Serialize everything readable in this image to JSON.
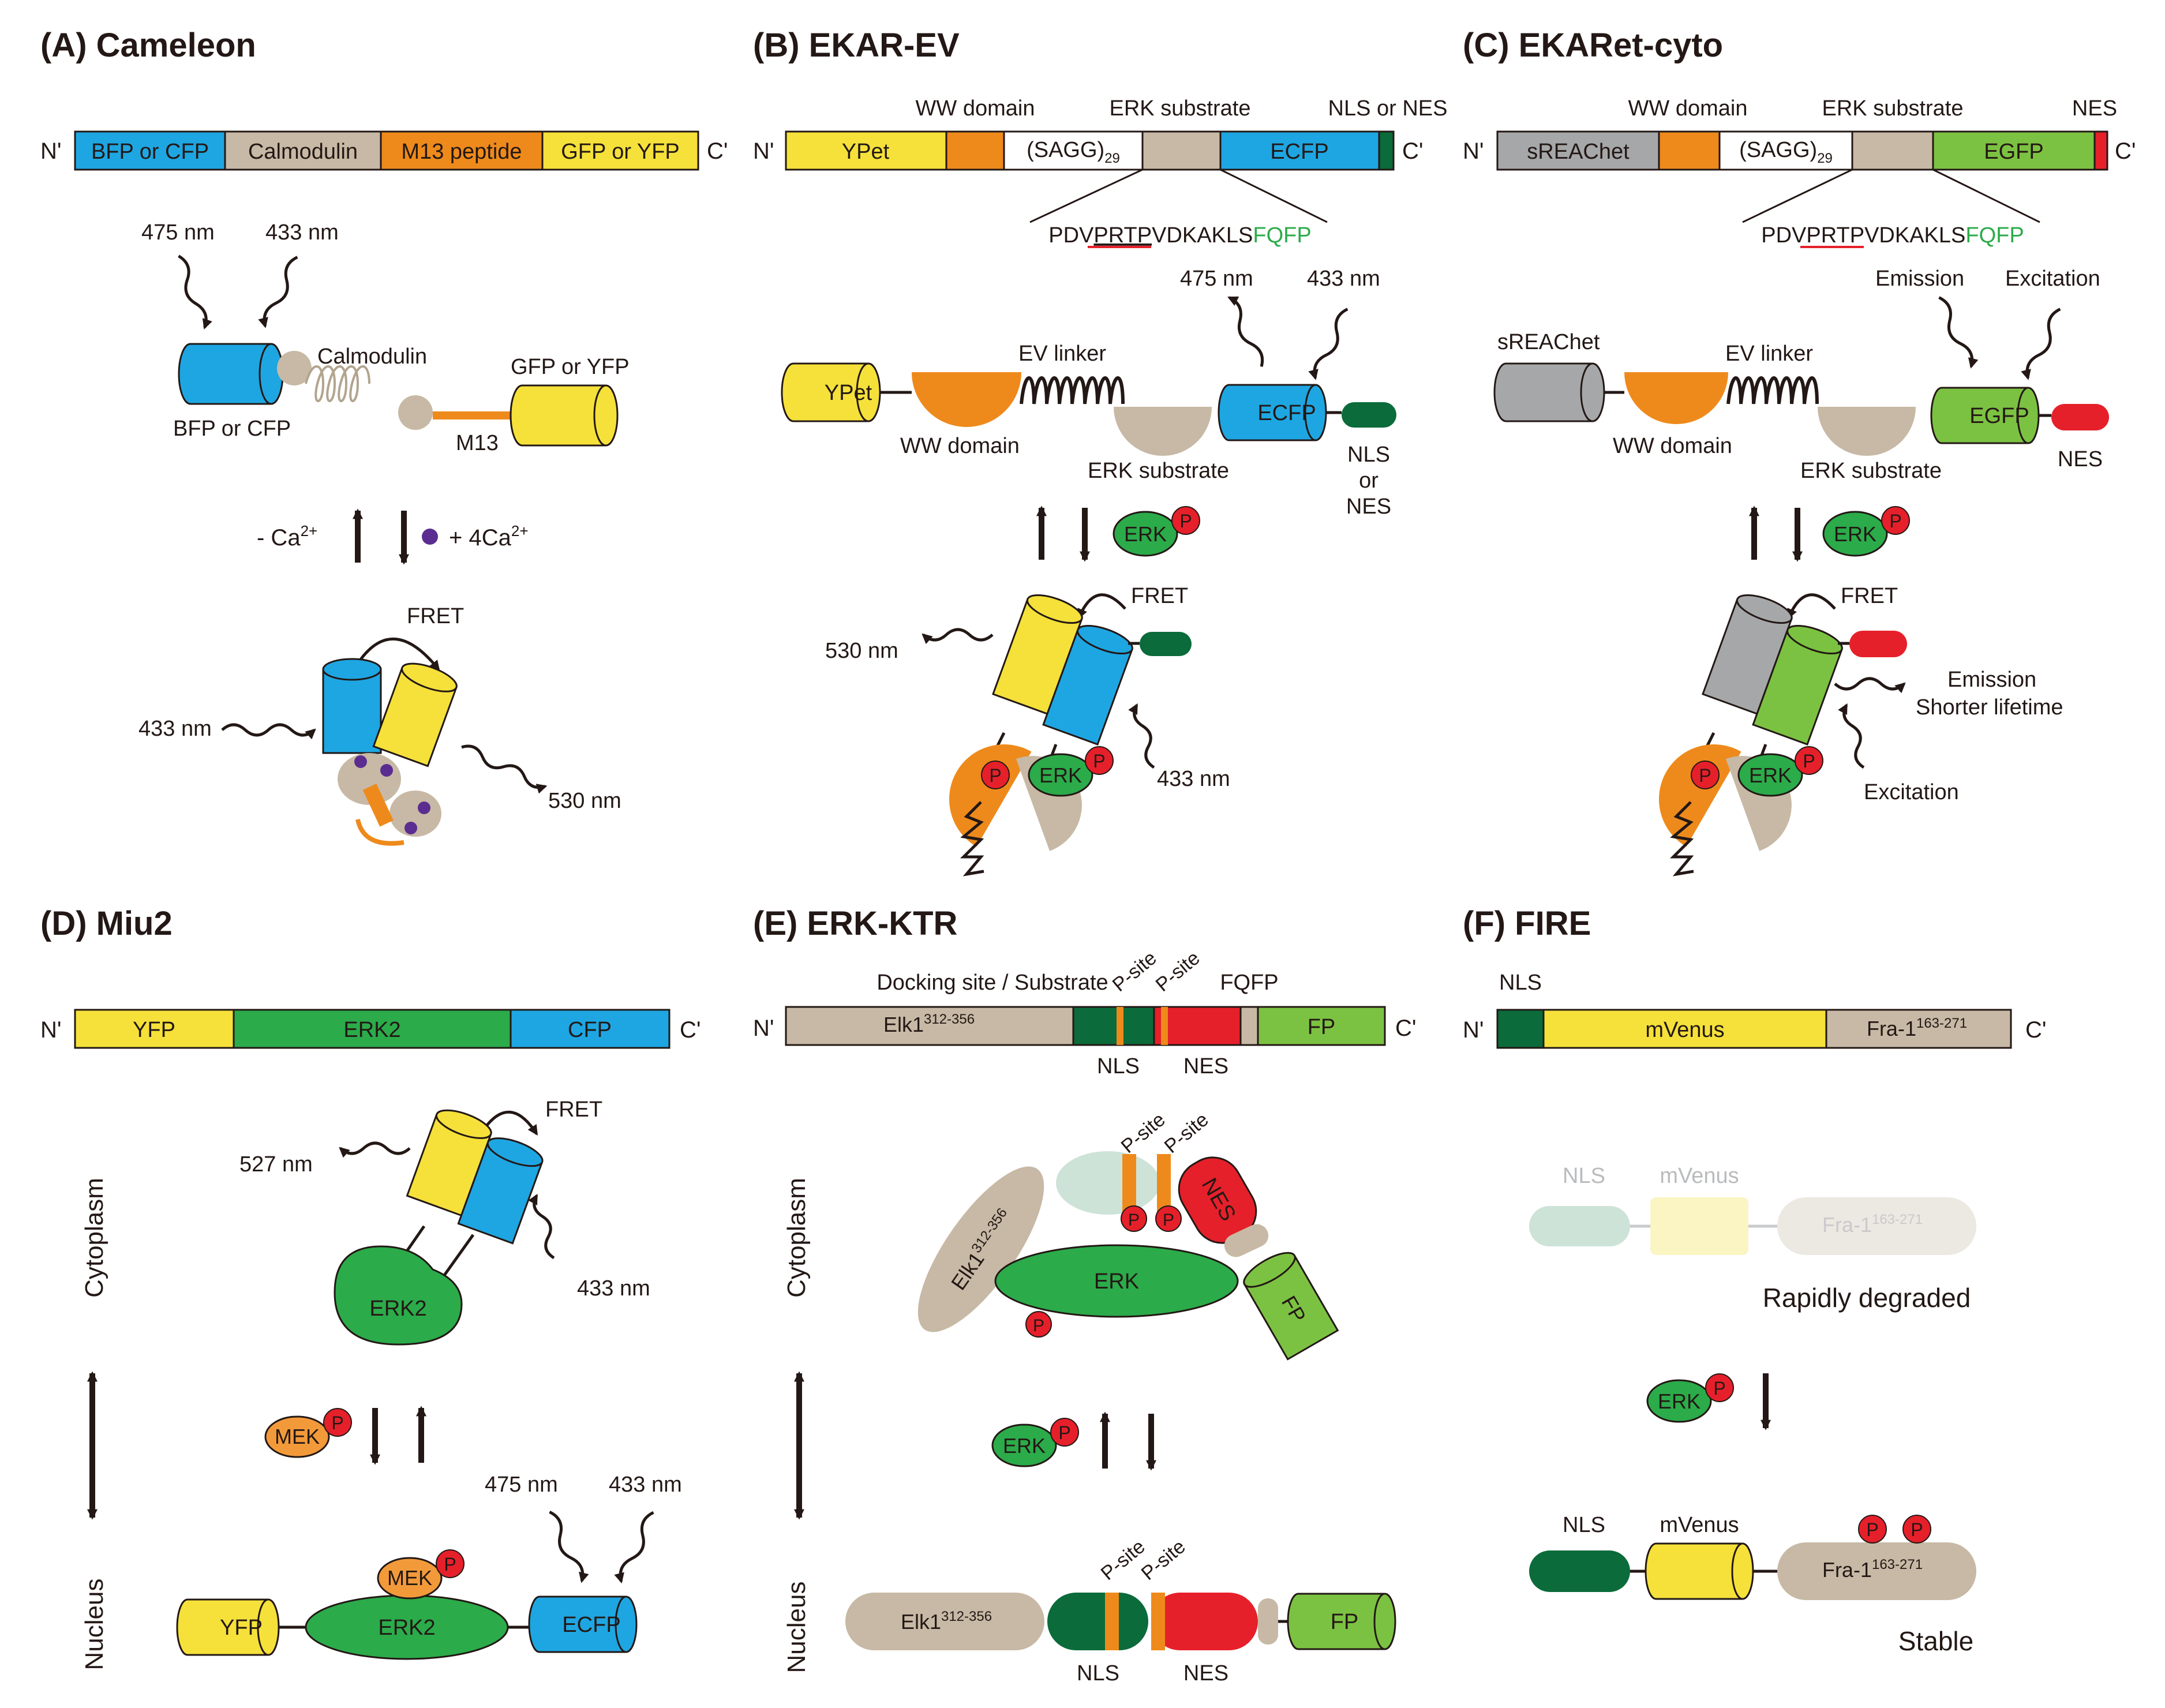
{
  "panels": {
    "a": {
      "title": "(A) Cameleon"
    },
    "b": {
      "title": "(B) EKAR-EV"
    },
    "c": {
      "title": "(C) EKARet-cyto"
    },
    "d": {
      "title": "(D) Miu2"
    },
    "e": {
      "title": "(E) ERK-KTR"
    },
    "f": {
      "title": "(F) FIRE"
    }
  },
  "common": {
    "n_term": "N'",
    "c_term": "C'",
    "p": "P",
    "erk": "ERK",
    "fret": "FRET",
    "nm433": "433 nm",
    "nm475": "475 nm",
    "nm530": "530 nm",
    "nm527": "527 nm",
    "sagg": "(SAGG)",
    "sagg_sub": "29",
    "seq_black_a": "PDV",
    "seq_red": "PRTP",
    "seq_black_b": "VDKAKLS",
    "seq_green": "FQFP"
  },
  "a": {
    "bar": [
      "BFP or CFP",
      "Calmodulin",
      "M13 peptide",
      "GFP or YFP"
    ],
    "calmodulin": "Calmodulin",
    "gfp_yfp": "GFP or YFP",
    "bfp_cfp": "BFP or CFP",
    "m13": "M13",
    "minus_ca": "- Ca",
    "plus_ca": "+ 4Ca",
    "ca_sup": "2+"
  },
  "b": {
    "top_labels": [
      "WW domain",
      "ERK substrate",
      "NLS or NES"
    ],
    "bar": [
      "YPet",
      "ECFP"
    ],
    "ypet": "YPet",
    "ev_linker": "EV linker",
    "ww_domain": "WW domain",
    "erk_substrate": "ERK substrate",
    "ecfp": "ECFP",
    "nls": "NLS",
    "or": "or",
    "nes": "NES"
  },
  "c": {
    "top_labels": [
      "WW domain",
      "ERK substrate",
      "NES"
    ],
    "bar": [
      "sREAChet",
      "EGFP"
    ],
    "sreachet": "sREAChet",
    "emission": "Emission",
    "excitation": "Excitation",
    "ev_linker": "EV linker",
    "egfp": "EGFP",
    "ww_domain": "WW domain",
    "erk_substrate": "ERK substrate",
    "nes": "NES",
    "emission_b": "Emission",
    "shorter": "Shorter lifetime",
    "excitation_b": "Excitation"
  },
  "d": {
    "bar": [
      "YFP",
      "ERK2",
      "CFP"
    ],
    "cytoplasm": "Cytoplasm",
    "nucleus": "Nucleus",
    "erk2": "ERK2",
    "mek": "MEK",
    "yfp": "YFP",
    "ecfp": "ECFP"
  },
  "e": {
    "docking": "Docking site / Substrate",
    "psite": "P-site",
    "elk": "Elk1",
    "elk_sup": "312-356",
    "fp": "FP",
    "nls": "NLS",
    "nes": "NES",
    "fqfp": "FQFP",
    "cytoplasm": "Cytoplasm",
    "nucleus": "Nucleus"
  },
  "f": {
    "nls": "NLS",
    "mvenus": "mVenus",
    "fra": "Fra-1",
    "fra_sup": "163-271",
    "rapidly": "Rapidly degraded",
    "stable": "Stable"
  }
}
